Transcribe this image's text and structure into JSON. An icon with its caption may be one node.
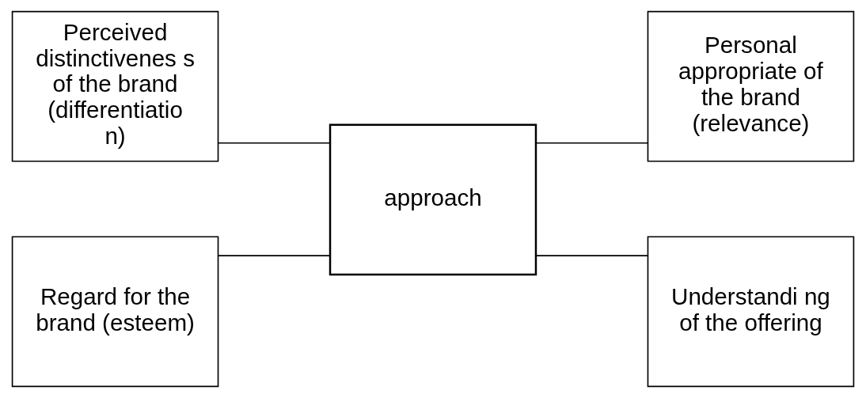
{
  "diagram": {
    "nodes": [
      {
        "text": [
          "Perceived distinctivenes s of the brand (differentiatio n)"
        ]
      },
      {
        "text": [
          "Personal appropriate of the brand (relevance)"
        ]
      },
      {
        "text": [
          "approach"
        ]
      },
      {
        "text": [
          "Regard for the brand (esteem)"
        ]
      },
      {
        "text": [
          "Understandi ng of the offering"
        ]
      }
    ],
    "edges": [
      {
        "from": 0,
        "to": 2,
        "arrow": "none"
      },
      {
        "from": 2,
        "to": 1,
        "arrow": "none"
      },
      {
        "from": 3,
        "to": 2,
        "arrow": "none"
      },
      {
        "from": 2,
        "to": 4,
        "arrow": "none"
      }
    ]
  }
}
